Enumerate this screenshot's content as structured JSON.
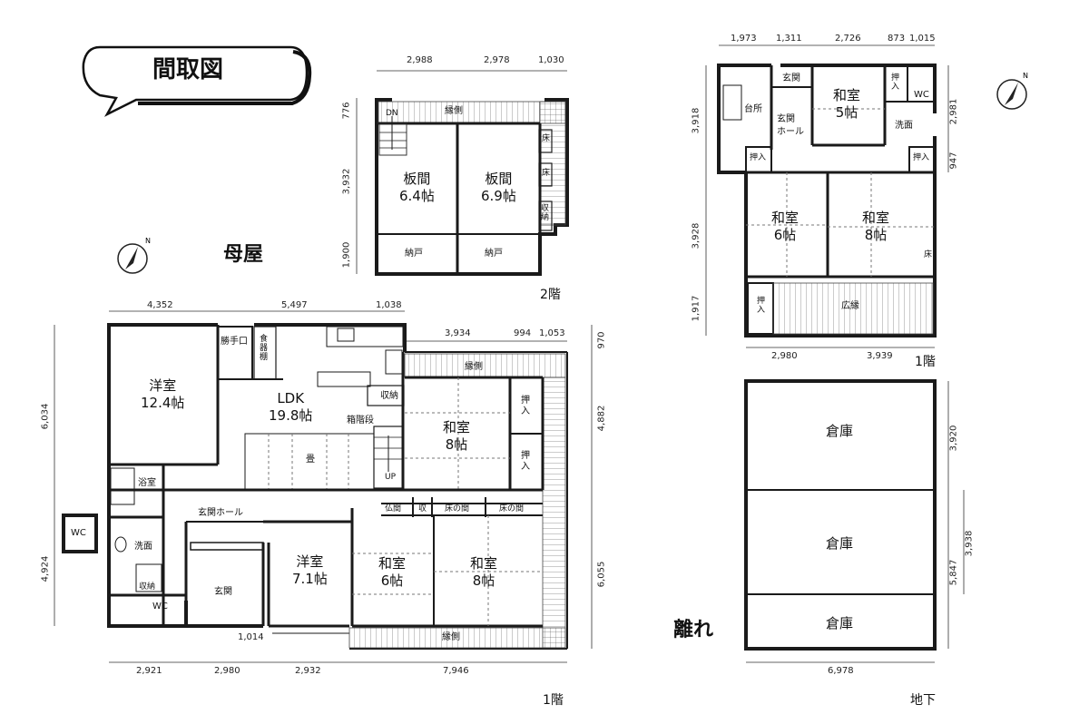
{
  "title": "間取図",
  "buildings": {
    "main": "母屋",
    "annex": "離れ"
  },
  "floors": {
    "second": "2階",
    "first": "1階",
    "annex_first": "1階",
    "basement": "地下"
  },
  "rooms_main_2f": {
    "engawa": "縁側",
    "dn": "DN",
    "itama1": "板間",
    "itama1_size": "6.4帖",
    "itama2": "板間",
    "itama2_size": "6.9帖",
    "nando1": "納戸",
    "nando2": "納戸",
    "toko1": "床",
    "toko2": "床",
    "shuno": "収納"
  },
  "rooms_main_1f": {
    "yoshitsu1": "洋室",
    "yoshitsu1_size": "12.4帖",
    "katteguchi": "勝手口",
    "shokkidana": "食器棚",
    "ldk": "LDK",
    "ldk_size": "19.8帖",
    "shuno": "収納",
    "hakokaidan": "箱階段",
    "tatami": "畳",
    "up": "UP",
    "engawa_top": "縁側",
    "washitsu1": "和室",
    "washitsu1_size": "8帖",
    "oshiire1": "押入",
    "oshiire2": "押入",
    "yokushitsu": "浴室",
    "genkan_hall": "玄関ホール",
    "wc_outside": "WC",
    "senmen": "洗面",
    "shuno2": "収納",
    "wc": "WC",
    "genkan": "玄関",
    "yoshitsu2": "洋室",
    "yoshitsu2_size": "7.1帖",
    "butsuma": "仏間",
    "osame": "収",
    "tokonoma1": "床の間",
    "tokonoma2": "床の間",
    "washitsu2": "和室",
    "washitsu2_size": "6帖",
    "washitsu3": "和室",
    "washitsu3_size": "8帖",
    "engawa_bottom": "縁側"
  },
  "rooms_annex_1f": {
    "daidokoro": "台所",
    "genkan": "玄関",
    "genkan_hall": "玄関\nホール",
    "washitsu1": "和室",
    "washitsu1_size": "5帖",
    "oshiire1": "押入",
    "wc": "WC",
    "senmen": "洗面",
    "oshiire2": "押入",
    "oshiire3": "押入",
    "washitsu2": "和室",
    "washitsu2_size": "6帖",
    "washitsu3": "和室",
    "washitsu3_size": "8帖",
    "oshiire4": "押入",
    "hiroen": "広縁",
    "toko": "床"
  },
  "rooms_basement": {
    "soko1": "倉庫",
    "soko2": "倉庫",
    "soko3": "倉庫"
  },
  "dimensions": {
    "m2_top": [
      "2,988",
      "2,978",
      "1,030"
    ],
    "m2_left": [
      "776",
      "3,932",
      "1,900"
    ],
    "m1_top": [
      "4,352",
      "5,497",
      "1,038"
    ],
    "m1_top2": [
      "3,934",
      "994",
      "1,053"
    ],
    "m1_left": [
      "6,034",
      "4,924"
    ],
    "m1_right": [
      "970",
      "4,882",
      "6,055"
    ],
    "m1_bottom": [
      "2,921",
      "2,980",
      "2,932",
      "7,946"
    ],
    "m1_genkan": "1,014",
    "a1_top": [
      "1,973",
      "1,311",
      "2,726",
      "873",
      "1,015"
    ],
    "a1_left": [
      "3,918",
      "3,928",
      "1,917"
    ],
    "a1_right": [
      "2,981",
      "947"
    ],
    "a1_bottom": [
      "2,980",
      "3,939"
    ],
    "b_right": [
      "3,920",
      "5,847",
      "3,938"
    ],
    "b_bottom": "6,978"
  },
  "colors": {
    "wall": "#1a1a1a",
    "line": "#333333",
    "dash": "#777777"
  }
}
